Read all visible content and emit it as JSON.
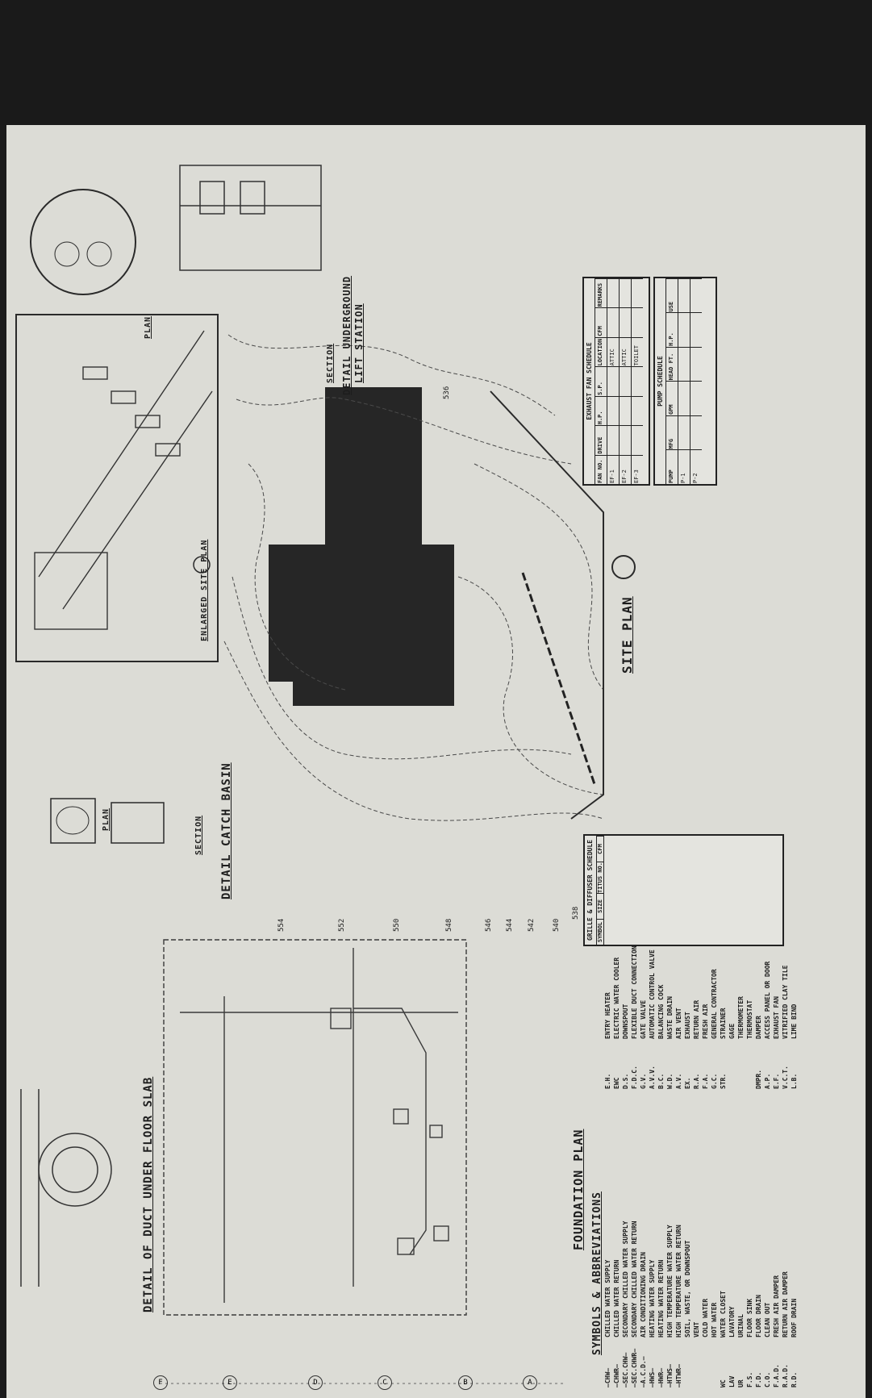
{
  "titles": {
    "detail_duct": "DETAIL OF DUCT UNDER FLOOR SLAB",
    "foundation_plan": "FOUNDATION PLAN",
    "detail_catch_basin": "DETAIL CATCH BASIN",
    "plan": "PLAN",
    "section": "SECTION",
    "enlarged_site_plan": "ENLARGED SITE PLAN",
    "site_plan": "SITE PLAN",
    "detail_lift_station_line1": "DETAIL UNDERGROUND",
    "detail_lift_station_line2": "LIFT STATION",
    "symbols_abbreviations": "SYMBOLS & ABBREVIATIONS"
  },
  "contours": [
    "554",
    "552",
    "550",
    "548",
    "546",
    "544",
    "542",
    "540",
    "538",
    "536"
  ],
  "grid_bubbles": [
    "A",
    "B",
    "C",
    "D",
    "E",
    "F"
  ],
  "symbols_left": [
    [
      "—CHW—",
      "CHILLED WATER SUPPLY"
    ],
    [
      "—CHWR—",
      "CHILLED WATER RETURN"
    ],
    [
      "—SEC.CHW—",
      "SECONDARY CHILLED WATER SUPPLY"
    ],
    [
      "—SEC.CHWR—",
      "SECONDARY CHILLED WATER RETURN"
    ],
    [
      "—A.C.D.—",
      "AIR CONDITIONING DRAIN"
    ],
    [
      "—HWS—",
      "HEATING WATER SUPPLY"
    ],
    [
      "—HWR—",
      "HEATING WATER RETURN"
    ],
    [
      "—HTWS—",
      "HIGH TEMPERATURE WATER SUPPLY"
    ],
    [
      "—HTWR—",
      "HIGH TEMPERATURE WATER RETURN"
    ],
    [
      "",
      "SOIL, WASTE, OR DOWNSPOUT"
    ],
    [
      "",
      "VENT"
    ],
    [
      "",
      "COLD WATER"
    ],
    [
      "",
      "HOT WATER"
    ],
    [
      "WC",
      "WATER CLOSET"
    ],
    [
      "LAV",
      "LAVATORY"
    ],
    [
      "UR",
      "URINAL"
    ],
    [
      "F.S.",
      "FLOOR SINK"
    ],
    [
      "F.D.",
      "FLOOR DRAIN"
    ],
    [
      "C.O.",
      "CLEAN OUT"
    ],
    [
      "F.A.D.",
      "FRESH AIR DAMPER"
    ],
    [
      "R.A.D.",
      "RETURN AIR DAMPER"
    ],
    [
      "R.D.",
      "ROOF DRAIN"
    ]
  ],
  "symbols_right": [
    [
      "E.H.",
      "ENTRY HEATER"
    ],
    [
      "EWC",
      "ELECTRIC WATER COOLER"
    ],
    [
      "D.S.",
      "DOWNSPOUT"
    ],
    [
      "F.D.C.",
      "FLEXIBLE DUCT CONNECTION"
    ],
    [
      "G.V.",
      "GATE VALVE"
    ],
    [
      "A.V.V.",
      "AUTOMATIC CONTROL VALVE"
    ],
    [
      "B.C.",
      "BALANCING COCK"
    ],
    [
      "W.D.",
      "WASTE DRAIN"
    ],
    [
      "A.V.",
      "AIR VENT"
    ],
    [
      "EX.",
      "EXHAUST"
    ],
    [
      "R.A.",
      "RETURN AIR"
    ],
    [
      "F.A.",
      "FRESH AIR"
    ],
    [
      "G.C.",
      "GENERAL CONTRACTOR"
    ],
    [
      "STR.",
      "STRAINER"
    ],
    [
      "",
      "GAGE"
    ],
    [
      "",
      "THERMOMETER"
    ],
    [
      "",
      "THERMOSTAT"
    ],
    [
      "DMPR.",
      "DAMPER"
    ],
    [
      "A.P.",
      "ACCESS PANEL OR DOOR"
    ],
    [
      "E.F.",
      "EXHAUST FAN"
    ],
    [
      "V.C.T.",
      "VITRIFIED CLAY TILE"
    ],
    [
      "L.B.",
      "LIME BIND"
    ]
  ],
  "grille_schedule": {
    "title": "GRILLE & DIFFUSER SCHEDULE",
    "headers": [
      "SYMBOL",
      "SIZE",
      "TITUS NO.",
      "CFM"
    ]
  },
  "exhaust_fan_schedule": {
    "title": "EXHAUST FAN SCHEDULE",
    "headers": [
      "FAN NO.",
      "DRIVE",
      "H.P.",
      "S.P.",
      "LOCATION",
      "CFM",
      "REMARKS"
    ],
    "rows": [
      [
        "EF-1",
        "",
        "",
        "",
        "ATTIC",
        "",
        ""
      ],
      [
        "EF-2",
        "",
        "",
        "",
        "ATTIC",
        "",
        ""
      ],
      [
        "EF-3",
        "",
        "",
        "",
        "TOILET",
        "",
        ""
      ]
    ]
  },
  "pump_schedule": {
    "title": "PUMP SCHEDULE",
    "headers": [
      "PUMP",
      "MFG",
      "GPM",
      "HEAD FT.",
      "H.P.",
      "USE"
    ],
    "rows": [
      [
        "P-1",
        "",
        "",
        "",
        "",
        ""
      ],
      [
        "P-2",
        "",
        "",
        "",
        "",
        ""
      ]
    ]
  }
}
